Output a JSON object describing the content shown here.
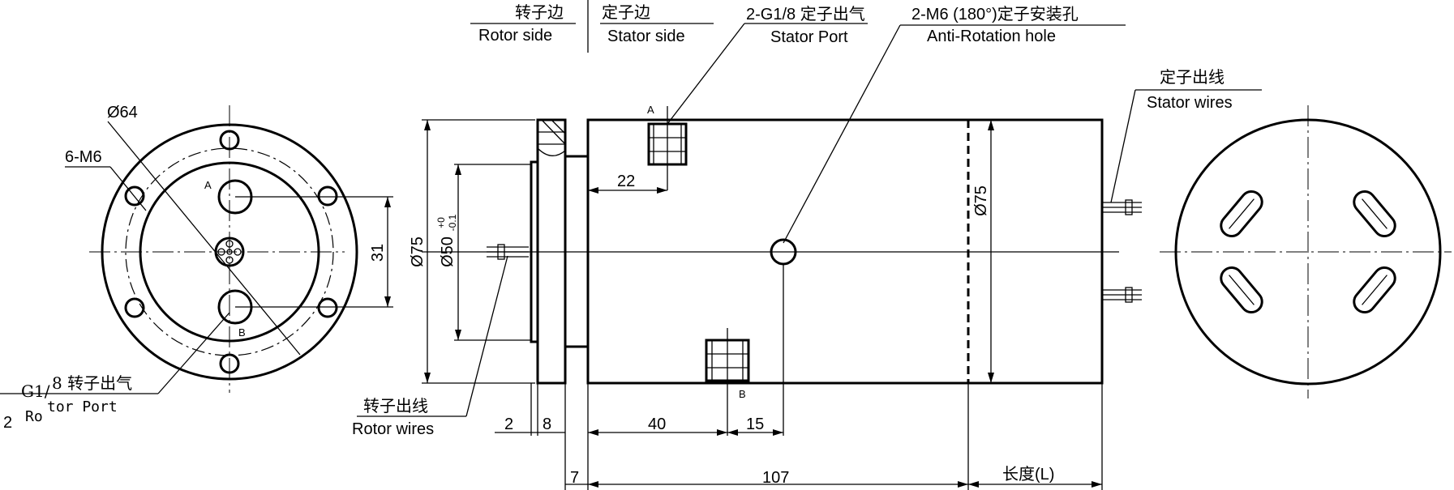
{
  "header": {
    "rotor_side_cn": "转子边",
    "rotor_side_en": "Rotor side",
    "stator_side_cn": "定子边",
    "stator_side_en": "Stator side"
  },
  "callouts": {
    "stator_port_title": "2-G1/8 定子出气",
    "stator_port_en": "Stator Port",
    "anti_rotation_title": "2-M6 (180°)定子安装孔",
    "anti_rotation_en": "Anti-Rotation hole",
    "stator_wires_cn": "定子出线",
    "stator_wires_en": "Stator wires",
    "rotor_wires_cn": "转子出线",
    "rotor_wires_en": "Rotor wires",
    "rotor_port_part1": "G1/",
    "rotor_port_part2": "8 转子出气",
    "rotor_port_digit": "2",
    "rotor_port_en_a": "Ro",
    "rotor_port_en_b": "tor Port"
  },
  "left_view": {
    "dia_label": "Ø64",
    "holes_label": "6-M6",
    "port_a": "A",
    "port_b": "B",
    "dim_31": "31"
  },
  "side_view": {
    "dia_75_left": "Ø75",
    "dia_50_main": "Ø50",
    "dia_50_tol_plus": "+0",
    "dia_50_tol_minus": "-0.1",
    "dia_75_right": "Ø75",
    "dim_22": "22",
    "dim_2": "2",
    "dim_8": "8",
    "dim_40": "40",
    "dim_15": "15",
    "dim_7": "7",
    "dim_107": "107",
    "length_label": "长度(L)",
    "port_a": "A",
    "port_b": "B"
  }
}
